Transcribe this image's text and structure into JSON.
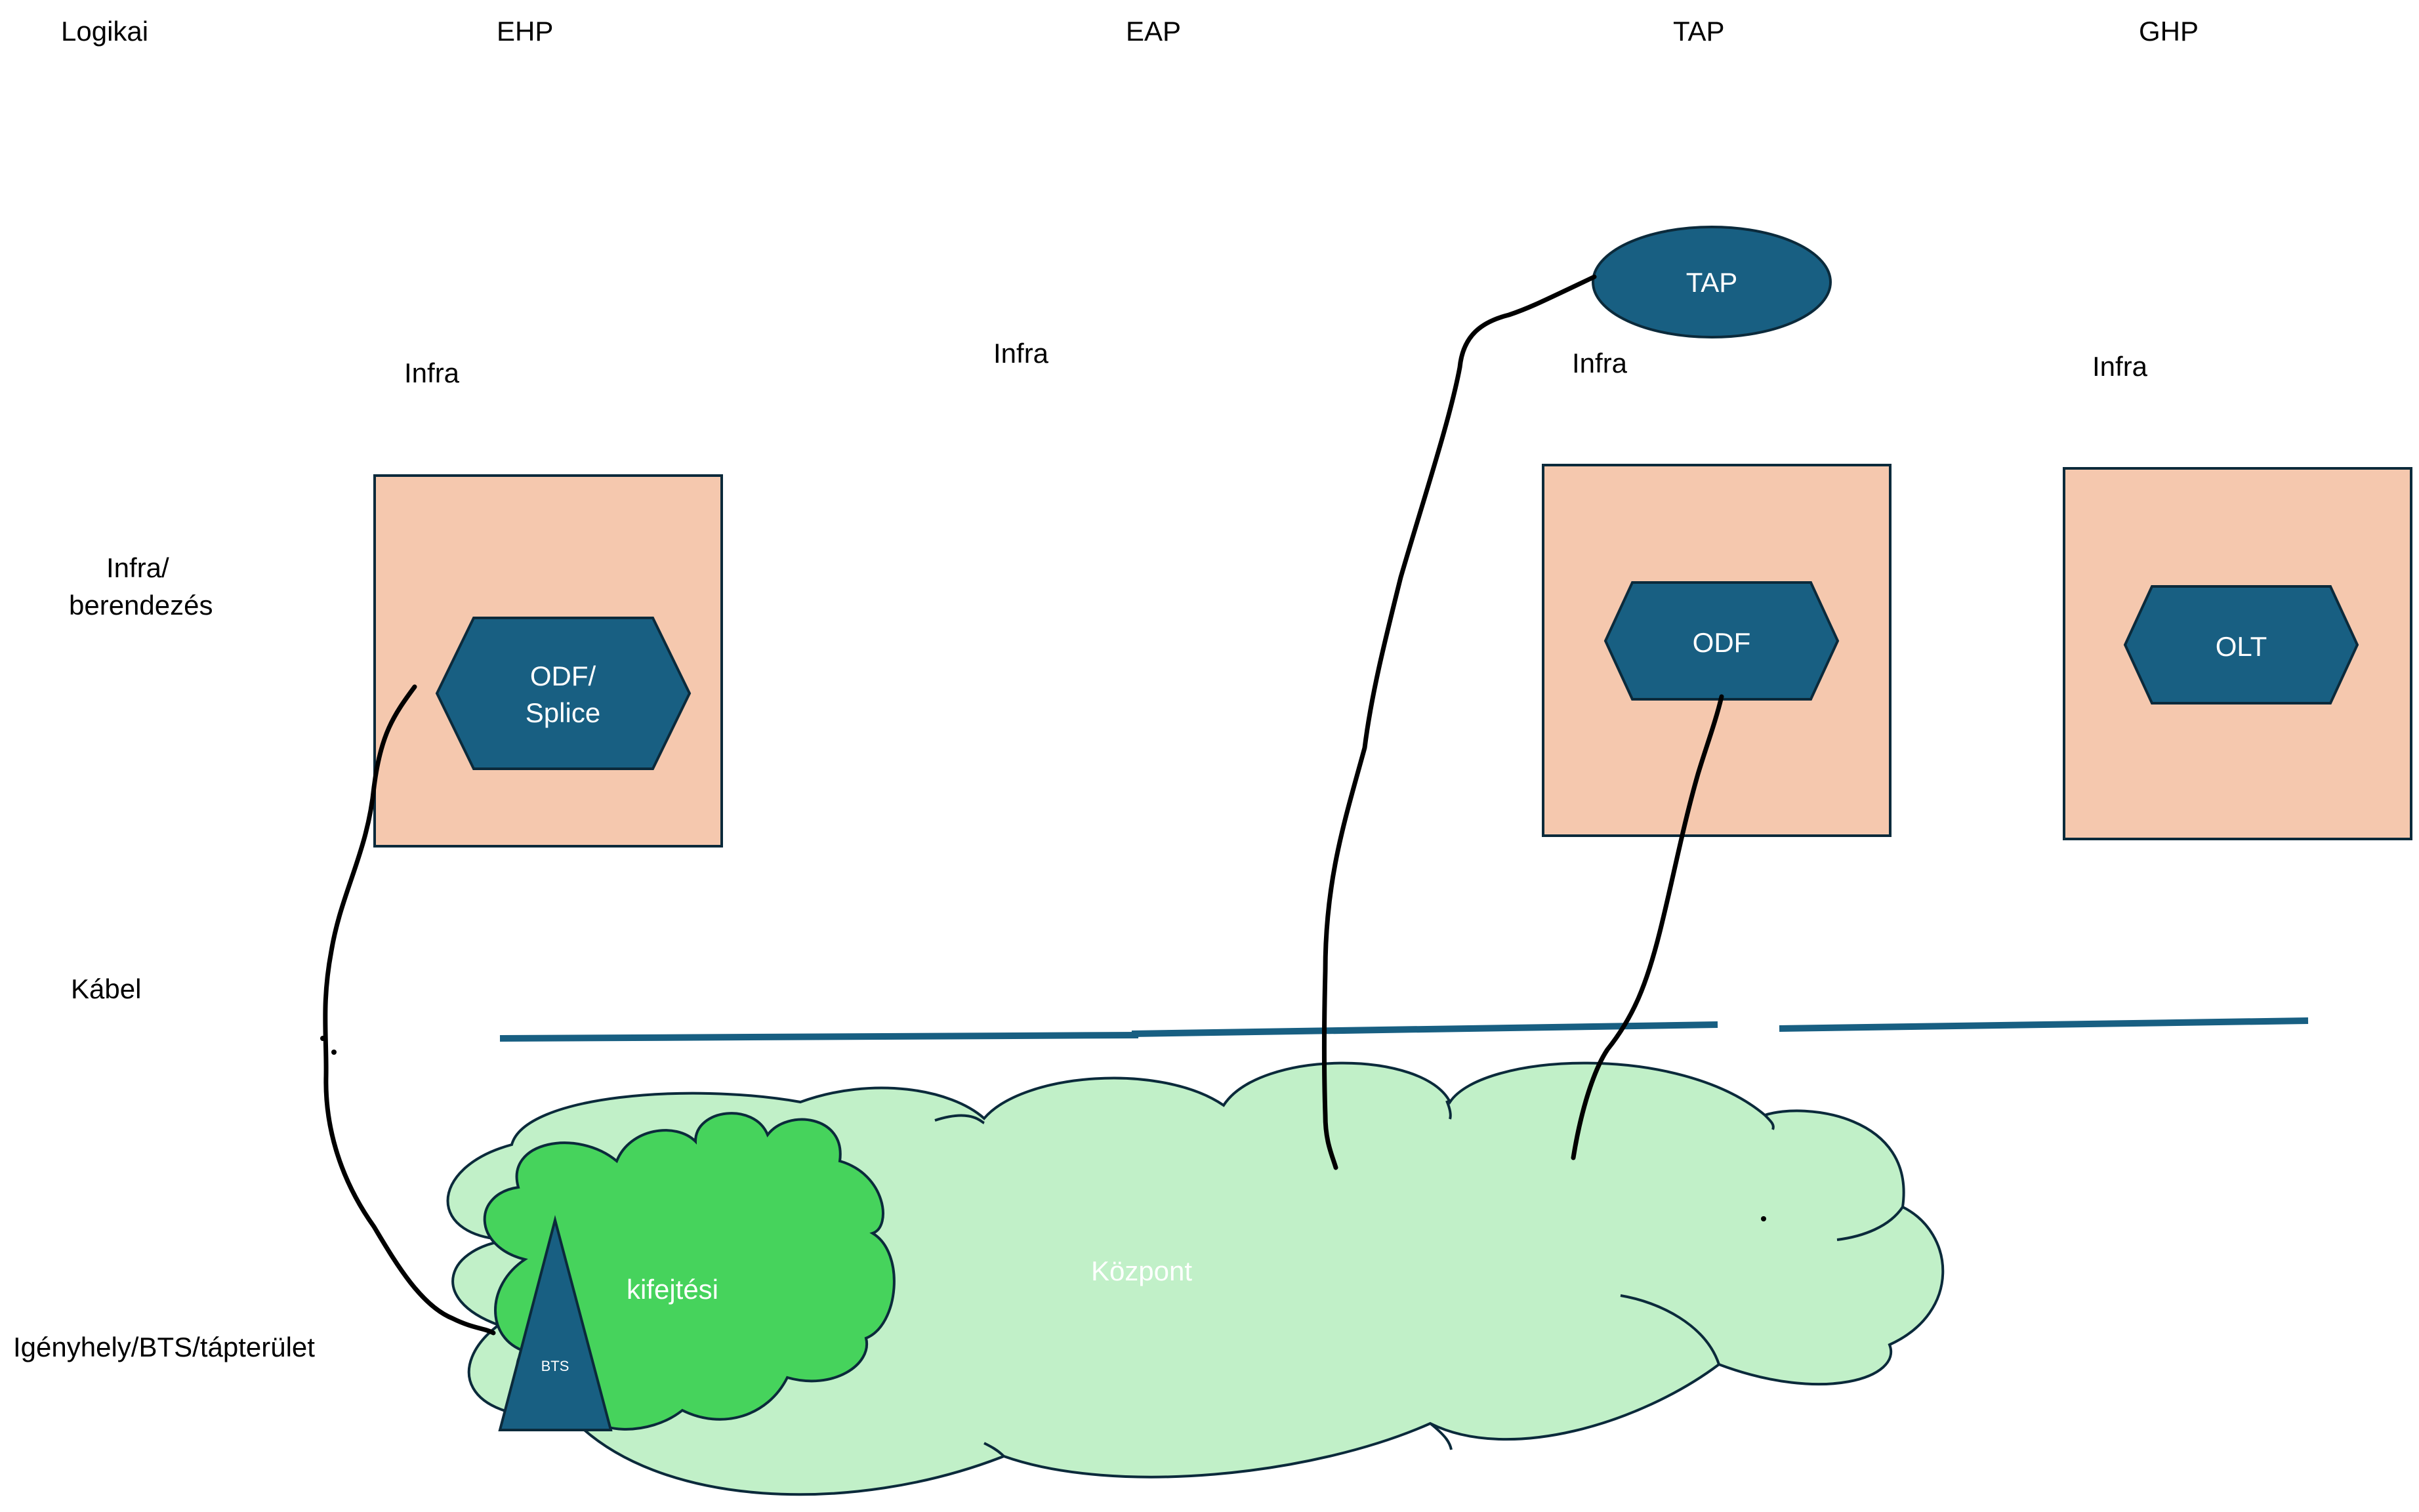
{
  "colors": {
    "node_fill": "#185F82",
    "box_fill": "#F5C8AE",
    "cloud_light": "#C1F0C8",
    "cloud_dark": "#46D35C",
    "cable": "#185F82",
    "stroke": "#0B2A3B"
  },
  "header": {
    "logikai": "Logikai",
    "ehp": "EHP",
    "eap": "EAP",
    "tap": "TAP",
    "ghp": "GHP"
  },
  "rows": {
    "infra_berendezes_line1": "Infra/",
    "infra_berendezes_line2": "berendezés",
    "kabel": "Kábel",
    "igenyhely": "Igényhely/BTS/tápterület"
  },
  "infra_labels": {
    "ehp": "Infra",
    "eap": "Infra",
    "tap": "Infra",
    "ghp": "Infra"
  },
  "nodes": {
    "tap_ellipse": "TAP",
    "odf_splice_line1": "ODF/",
    "odf_splice_line2": "Splice",
    "odf": "ODF",
    "olt": "OLT",
    "bts": "BTS"
  },
  "clouds": {
    "kozpont": "Központ",
    "kifejtesi": "kifejtési"
  }
}
